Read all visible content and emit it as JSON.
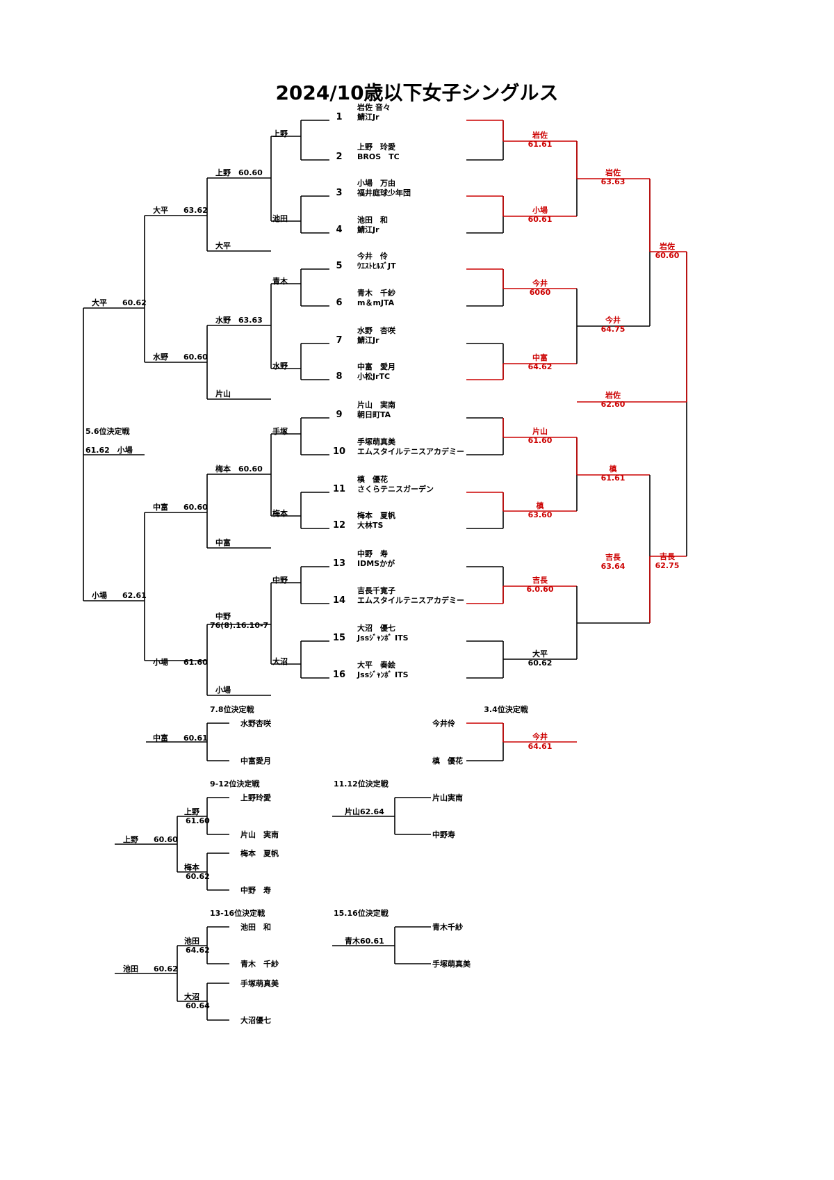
{
  "title": "2024/10歳以下女子シングルス",
  "colors": {
    "ink": "#000000",
    "accent": "#cc0000"
  },
  "players": [
    {
      "num": "1",
      "name": "岩佐 音々",
      "club": "鯖江Jr"
    },
    {
      "num": "2",
      "name": "上野　玲愛",
      "club": "BROS　TC"
    },
    {
      "num": "3",
      "name": "小場　万由",
      "club": "福井庭球少年団"
    },
    {
      "num": "4",
      "name": "池田　和",
      "club": "鯖江Jr"
    },
    {
      "num": "5",
      "name": "今井　伶",
      "club": "ｳｴｽﾄﾋﾙｽﾞJT"
    },
    {
      "num": "6",
      "name": "青木　千紗",
      "club": "m＆mJTA"
    },
    {
      "num": "7",
      "name": "水野　杏咲",
      "club": "鯖江Jr"
    },
    {
      "num": "8",
      "name": "中富　愛月",
      "club": "小松JrTC"
    },
    {
      "num": "9",
      "name": "片山　実南",
      "club": "朝日町TA"
    },
    {
      "num": "10",
      "name": "手塚萌真美",
      "club": "エムスタイルテニスアカデミー"
    },
    {
      "num": "11",
      "name": "槙　優花",
      "club": "さくらテニスガーデン"
    },
    {
      "num": "12",
      "name": "梅本　夏帆",
      "club": "大林TS"
    },
    {
      "num": "13",
      "name": "中野　寿",
      "club": "IDMSかが"
    },
    {
      "num": "14",
      "name": "吉長千寛子",
      "club": "エムスタイルテニスアカデミー"
    },
    {
      "num": "15",
      "name": "大沼　優七",
      "club": "Jssｼﾞｬﾝﾎﾞ ITS"
    },
    {
      "num": "16",
      "name": "大平　奏絵",
      "club": "Jssｼﾞｬﾝﾎﾞ ITS"
    }
  ],
  "left_labels": [
    {
      "text": "上野"
    },
    {
      "text": "池田"
    },
    {
      "text": "青木"
    },
    {
      "text": "水野"
    },
    {
      "text": "手塚"
    },
    {
      "text": "梅本"
    },
    {
      "text": "中野"
    },
    {
      "text": "大沼"
    },
    {
      "text": "上野　60.60"
    },
    {
      "text": "大平"
    },
    {
      "text": "水野　63.63"
    },
    {
      "text": "片山"
    },
    {
      "text": "梅本　60.60"
    },
    {
      "text": "中富"
    },
    {
      "text": "中野"
    },
    {
      "text": "76(8).16.10-7"
    },
    {
      "text": "小場"
    },
    {
      "text": "大平　　63.62"
    },
    {
      "text": "水野　　60.60"
    },
    {
      "text": "中富　　60.60"
    },
    {
      "text": "小場　　61.60"
    },
    {
      "text": "大平　　60.62"
    },
    {
      "text": "小場　　62.61"
    },
    {
      "text": "5.6位決定戦"
    },
    {
      "text": "61.62　小場"
    }
  ],
  "right_labels": [
    {
      "text": "岩佐"
    },
    {
      "text": "61.61"
    },
    {
      "text": "小場"
    },
    {
      "text": "60.61"
    },
    {
      "text": "今井"
    },
    {
      "text": "6060"
    },
    {
      "text": "中富"
    },
    {
      "text": "64.62"
    },
    {
      "text": "片山"
    },
    {
      "text": "61.60"
    },
    {
      "text": "槙"
    },
    {
      "text": "63.60"
    },
    {
      "text": "吉長"
    },
    {
      "text": "6.0.60"
    },
    {
      "text": "大平"
    },
    {
      "text": "60.62"
    },
    {
      "text": "岩佐"
    },
    {
      "text": "63.63"
    },
    {
      "text": "今井"
    },
    {
      "text": "64.75"
    },
    {
      "text": "槙"
    },
    {
      "text": "61.61"
    },
    {
      "text": "吉長"
    },
    {
      "text": "63.64"
    },
    {
      "text": "岩佐"
    },
    {
      "text": "60.60"
    },
    {
      "text": "吉長"
    },
    {
      "text": "62.75"
    },
    {
      "text": "岩佐"
    },
    {
      "text": "62.60"
    }
  ],
  "playoffs": [
    {
      "text": "7.8位決定戦"
    },
    {
      "text": "水野杏咲"
    },
    {
      "text": "中富愛月"
    },
    {
      "text": "中富　　60.61"
    },
    {
      "text": "3.4位決定戦"
    },
    {
      "text": "今井伶"
    },
    {
      "text": "槙　優花"
    },
    {
      "text": "今井"
    },
    {
      "text": "64.61"
    },
    {
      "text": "9-12位決定戦"
    },
    {
      "text": "上野玲愛"
    },
    {
      "text": "片山　実南"
    },
    {
      "text": "梅本　夏帆"
    },
    {
      "text": "中野　寿"
    },
    {
      "text": "上野"
    },
    {
      "text": "61.60"
    },
    {
      "text": "梅本"
    },
    {
      "text": "60.62"
    },
    {
      "text": "上野　　60.60"
    },
    {
      "text": "11.12位決定戦"
    },
    {
      "text": "片山実南"
    },
    {
      "text": "中野寿"
    },
    {
      "text": "片山62.64"
    },
    {
      "text": "13-16位決定戦"
    },
    {
      "text": "池田　和"
    },
    {
      "text": "青木　千紗"
    },
    {
      "text": "手塚萌真美"
    },
    {
      "text": "大沼優七"
    },
    {
      "text": "池田"
    },
    {
      "text": "64.62"
    },
    {
      "text": "大沼"
    },
    {
      "text": "60.64"
    },
    {
      "text": "池田　　60.62"
    },
    {
      "text": "15.16位決定戦"
    },
    {
      "text": "青木千紗"
    },
    {
      "text": "手塚萌真美"
    },
    {
      "text": "青木60.61"
    }
  ]
}
